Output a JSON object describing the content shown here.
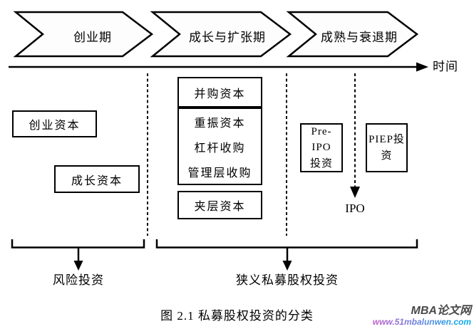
{
  "phases": {
    "p1": "创业期",
    "p2": "成长与扩张期",
    "p3": "成熟与衰退期"
  },
  "timeline": {
    "axis_label": "时间"
  },
  "stage_boxes": {
    "venture": "创业资本",
    "growth": "成长资本",
    "buyout": "并购资本",
    "group": {
      "row1": "重振资本",
      "row2": "杠杆收购",
      "row3": "管理层收购"
    },
    "mezzanine": "夹层资本",
    "pre_ipo": {
      "line1": "Pre-IPO",
      "line2": "投资"
    },
    "piep": {
      "line1": "PIEP投",
      "line2": "资"
    }
  },
  "ipo": {
    "label": "IPO"
  },
  "summary": {
    "venture_label": "风险投资",
    "pe_label": "狭义私募股权投资"
  },
  "caption": "图 2.1 私募股权投资的分类",
  "watermark": {
    "title": "MBA论文网",
    "url": "www.51mbalunwen.com",
    "title_color": "#4a4a4c",
    "gradient_start": "#c35ccc",
    "gradient_end": "#00aeef"
  },
  "diagram_colors": {
    "line": "#000000",
    "shape_fill": "#fdfdfd"
  }
}
